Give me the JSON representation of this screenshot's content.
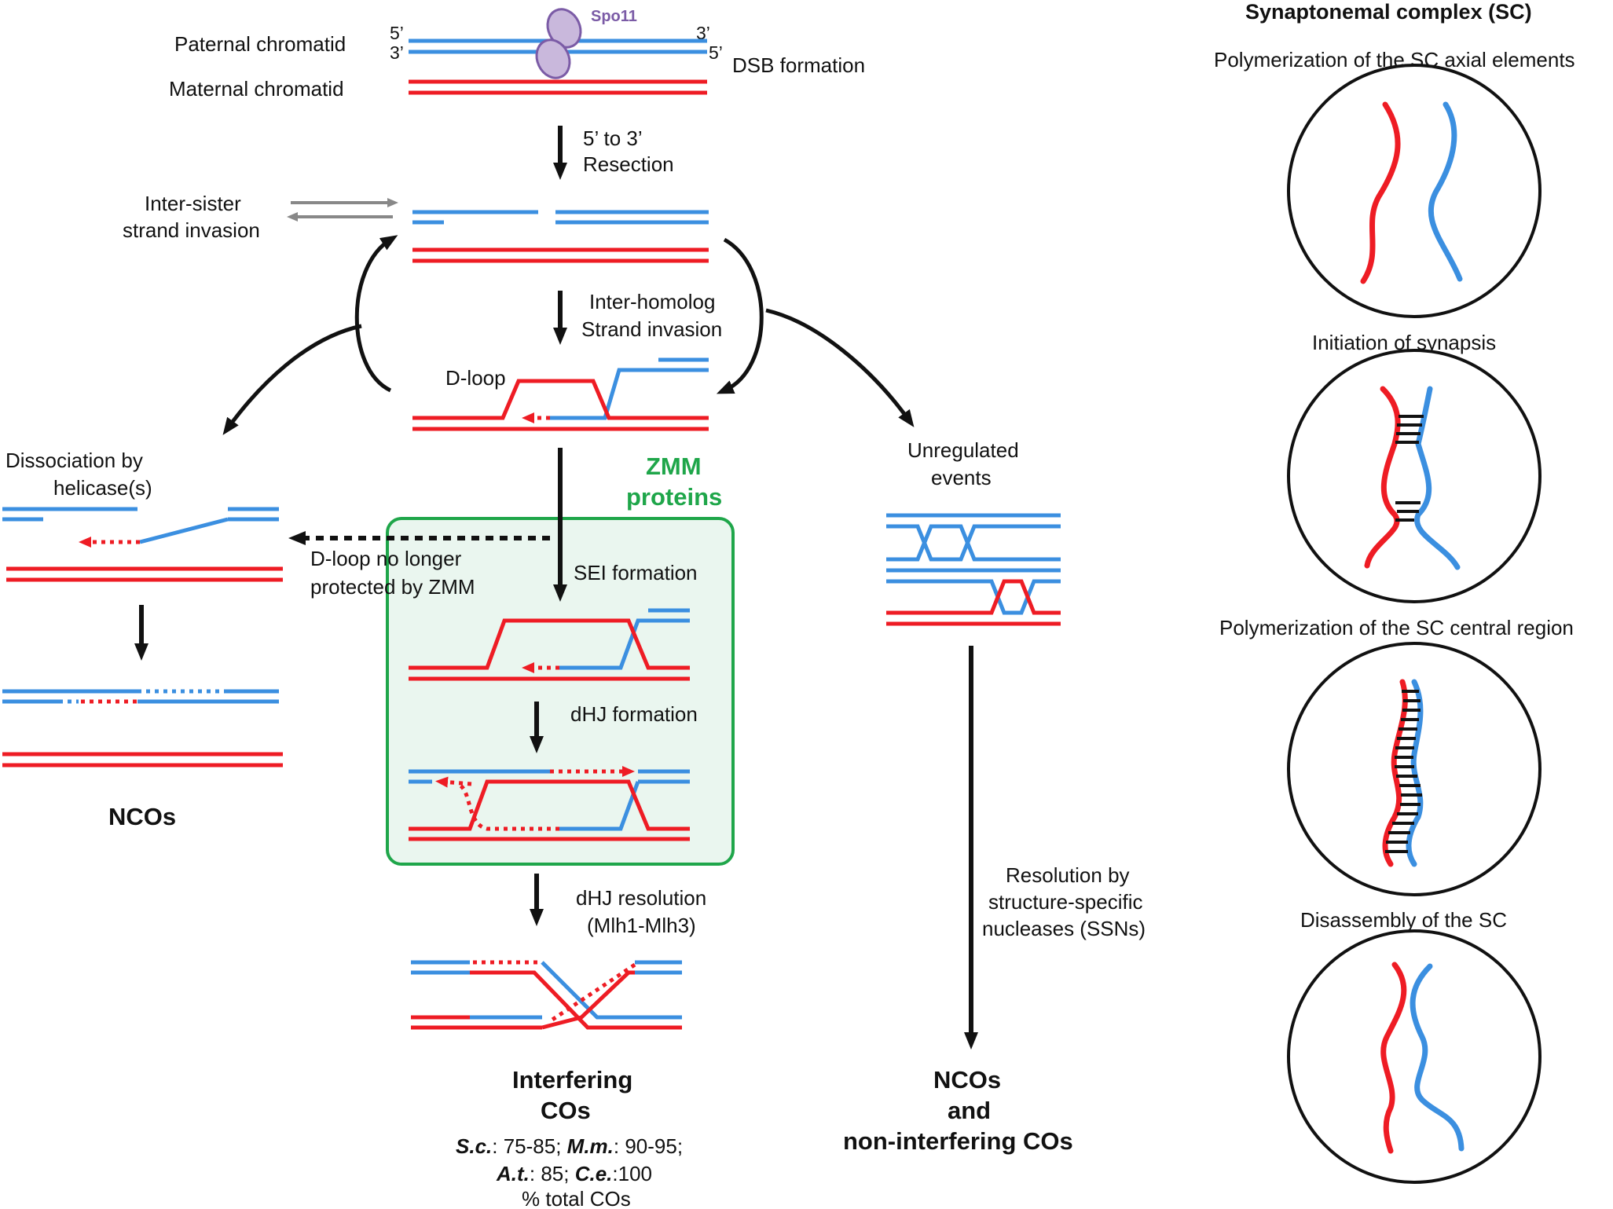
{
  "labels": {
    "paternal": "Paternal chromatid",
    "maternal": "Maternal chromatid",
    "five_prime": "5’",
    "three_prime": "3’",
    "spo11": "Spo11",
    "dsb": "DSB formation",
    "resection_1": "5’ to 3’",
    "resection_2": "Resection",
    "inter_sister_1": "Inter-sister",
    "inter_sister_2": "strand invasion",
    "inter_homolog_1": "Inter-homolog",
    "inter_homolog_2": "Strand invasion",
    "dloop": "D-loop",
    "zmm_1": "ZMM",
    "zmm_2": "proteins",
    "dissociation_1": "Dissociation by",
    "dissociation_2": "helicase(s)",
    "dloop_unprot_1": "D-loop no longer",
    "dloop_unprot_2": "protected by ZMM",
    "sei": "SEI formation",
    "dhj": "dHJ formation",
    "dhj_res_1": "dHJ resolution",
    "dhj_res_2": "(Mlh1-Mlh3)",
    "ncos_left": "NCOs",
    "unreg_1": "Unregulated",
    "unreg_2": "events",
    "ssn_1": "Resolution by",
    "ssn_2": "structure-specific",
    "ssn_3": "nucleases (SSNs)",
    "interfering_1": "Interfering",
    "interfering_2": "COs",
    "ncos_right_1": "NCOs",
    "ncos_right_2": "and",
    "ncos_right_3": "non-interfering COs",
    "stats": {
      "sc_abbr": "S.c.",
      "sc_val": ": 75-85; ",
      "mm_abbr": "M.m.",
      "mm_val": ": 90-95;",
      "at_abbr": "A.t.",
      "at_val": ": 85; ",
      "ce_abbr": "C.e.",
      "ce_val": ":100",
      "unit": "% total COs"
    }
  },
  "sc_panel": {
    "title": "Synaptonemal complex (SC)",
    "stages": [
      "Polymerization of the SC axial elements",
      "Initiation of synapsis",
      "Polymerization of the SC central region",
      "Disassembly of the SC"
    ]
  },
  "colors": {
    "paternal_strand": "#3b8fe0",
    "maternal_strand": "#ee1c24",
    "zmm_box": "#1fa64a",
    "spo11": "#7b5ba6"
  }
}
